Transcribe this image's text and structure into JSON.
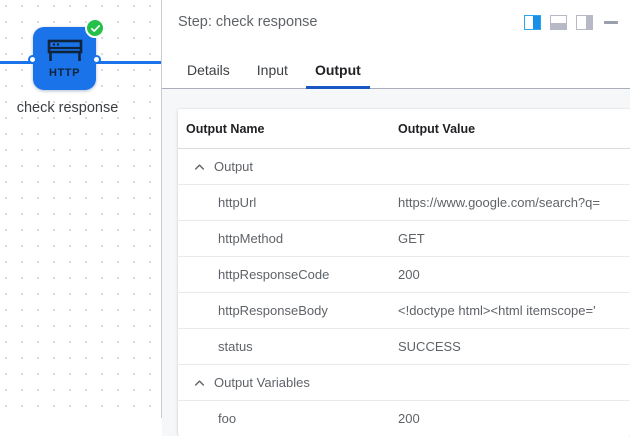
{
  "canvas": {
    "node": {
      "type_label": "HTTP",
      "caption": "check response",
      "icon": "http-browser-window-icon",
      "status_badge": "check-circle-icon",
      "color": "#1a73e8",
      "badge_color": "#25c04a"
    }
  },
  "panel": {
    "title": "Step: check response",
    "actions": [
      {
        "name": "layout-split-view",
        "label": "Split view",
        "active": true
      },
      {
        "name": "layout-bottom-view",
        "label": "Bottom panel",
        "active": false
      },
      {
        "name": "layout-right-view",
        "label": "Right panel",
        "active": false
      },
      {
        "name": "minimize",
        "label": "Minimize",
        "active": false
      }
    ],
    "tabs": [
      {
        "label": "Details",
        "active": false
      },
      {
        "label": "Input",
        "active": false
      },
      {
        "label": "Output",
        "active": true
      }
    ],
    "table": {
      "headers": {
        "name": "Output Name",
        "value": "Output Value"
      },
      "groups": [
        {
          "label": "Output",
          "expanded": true,
          "rows": [
            {
              "name": "httpUrl",
              "value": "https://www.google.com/search?q="
            },
            {
              "name": "httpMethod",
              "value": "GET"
            },
            {
              "name": "httpResponseCode",
              "value": "200"
            },
            {
              "name": "httpResponseBody",
              "value": "<!doctype html><html itemscope='"
            },
            {
              "name": "status",
              "value": "SUCCESS"
            }
          ]
        },
        {
          "label": "Output Variables",
          "expanded": true,
          "rows": [
            {
              "name": "foo",
              "value": "200"
            }
          ]
        }
      ]
    }
  }
}
